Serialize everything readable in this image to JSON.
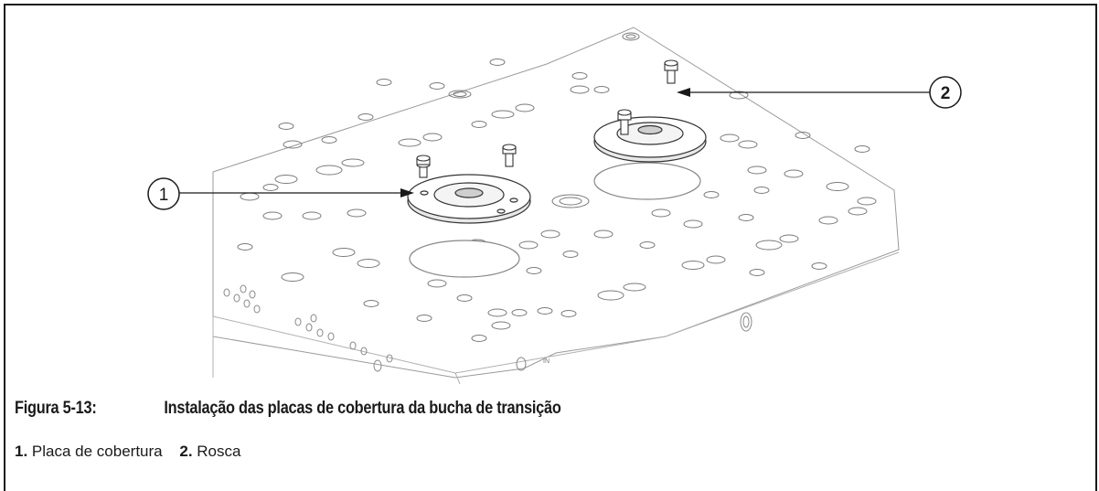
{
  "figure": {
    "number": "Figura 5-13:",
    "title": "Instalação das placas de cobertura da bucha de transição",
    "callouts": [
      {
        "label": "1"
      },
      {
        "label": "2"
      }
    ],
    "side_marking": "IN"
  },
  "legend": [
    {
      "number": "1.",
      "text": "Placa de cobertura"
    },
    {
      "number": "2.",
      "text": "Rosca"
    }
  ]
}
